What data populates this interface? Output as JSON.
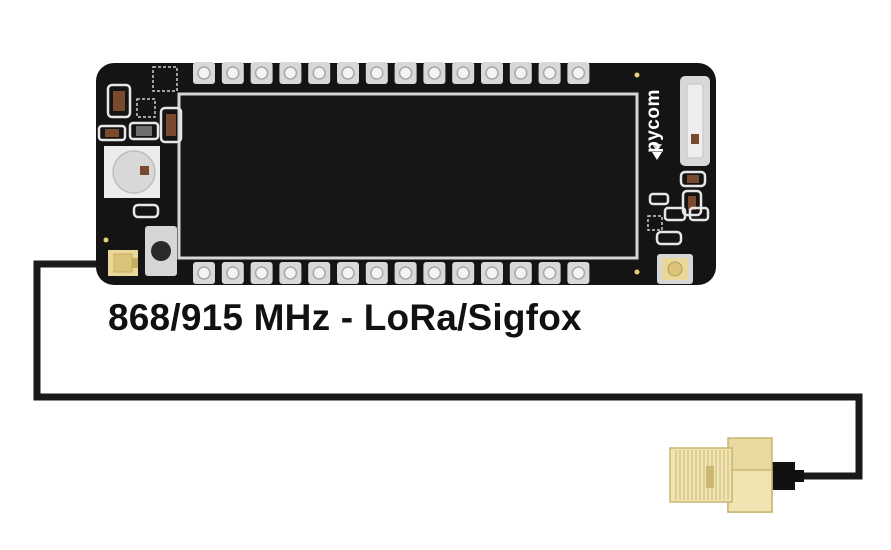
{
  "board": {
    "brand": "pycom",
    "top_pin_count": 14,
    "bottom_pin_count": 14,
    "colors": {
      "pcb": "#141414",
      "pin_ring": "#d8d8d8",
      "screen": "#161616",
      "screen_border": "#d6d6d6",
      "antenna_cable": "#1a1a1a",
      "sma_gold": "#e8d9a0"
    }
  },
  "caption": "868/915 MHz - LoRa/Sigfox"
}
